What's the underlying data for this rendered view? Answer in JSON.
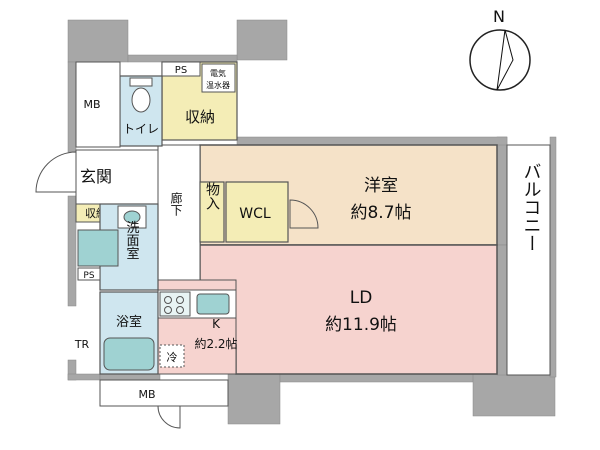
{
  "compass": {
    "north": "N"
  },
  "rooms": {
    "western_room": {
      "name": "洋室",
      "size": "約8.7帖"
    },
    "ld": {
      "name": "LD",
      "size": "約11.9帖"
    },
    "kitchen": {
      "name": "K",
      "size": "約2.2帖"
    },
    "storage": {
      "name": "収納"
    },
    "wcl": {
      "name": "WCL"
    },
    "closet": {
      "name": "物入"
    },
    "toilet": {
      "name": "トイレ"
    },
    "entrance": {
      "name": "玄関"
    },
    "entrance_storage": {
      "name": "収納"
    },
    "corridor": {
      "name": "廊下"
    },
    "washroom": {
      "name": "洗面室"
    },
    "bathroom": {
      "name": "浴室"
    },
    "balcony": {
      "name": "バルコニー"
    }
  },
  "labels": {
    "mb_top": "MB",
    "mb_bottom": "MB",
    "ps_top": "PS",
    "ps_mid": "PS",
    "tr": "TR",
    "water_heater_line1": "電気",
    "water_heater_line2": "温水器",
    "fridge": "冷"
  },
  "colors": {
    "wall": "#a7a7a7",
    "western_room": "#f5e2c8",
    "ld": "#f6d3cf",
    "storage": "#f4edb6",
    "wet_area": "#cfe6ef",
    "fixture": "#9fd2d2"
  }
}
